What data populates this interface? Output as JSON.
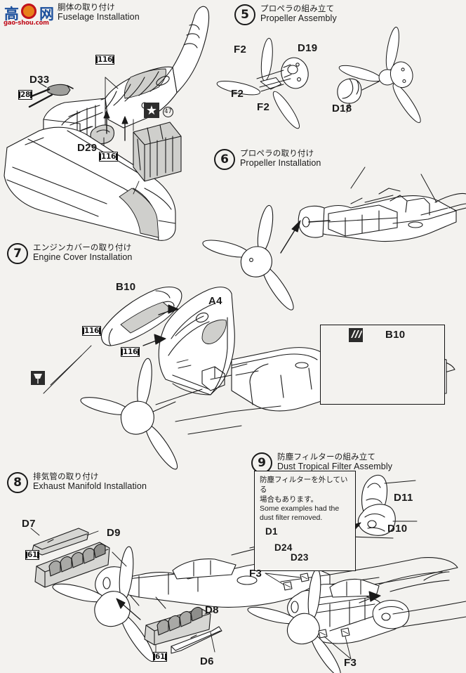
{
  "sheet": {
    "title_partial_jp": "胴体の取り付け",
    "title_partial_en": "Fuselage Installation",
    "watermark": {
      "char1": "高",
      "char2": "网",
      "url": "gao-shou.com"
    }
  },
  "steps": [
    {
      "id": "step4-continued",
      "number": "",
      "jp": "胴体の取り付け",
      "en": "Fuselage Installation",
      "labels": [
        "D33",
        "D29",
        "116",
        "116",
        "28"
      ],
      "decal": {
        "symbol": "★",
        "number": "47"
      }
    },
    {
      "id": "step5",
      "number": "5",
      "jp": "プロペラの組み立て",
      "en": "Propeller Assembly",
      "labels": [
        "F2",
        "F2",
        "F2",
        "D19",
        "D18"
      ]
    },
    {
      "id": "step6",
      "number": "6",
      "jp": "プロペラの取り付け",
      "en": "Propeller Installation",
      "labels": []
    },
    {
      "id": "step7",
      "number": "7",
      "jp": "エンジンカバーの取り付け",
      "en": "Engine Cover Installation",
      "labels": [
        "B10",
        "A4",
        "116",
        "116"
      ],
      "inset": {
        "label": "B10"
      }
    },
    {
      "id": "step8",
      "number": "8",
      "jp": "排気管の取り付け",
      "en": "Exhaust Manifold Installation",
      "labels": [
        "D7",
        "D9",
        "61",
        "D8",
        "61",
        "D6"
      ]
    },
    {
      "id": "step9",
      "number": "9",
      "jp": "防塵フィルターの組み立て",
      "en": "Dust Tropical Filter Assembly",
      "labels": [
        "D11",
        "D10",
        "D1",
        "D24",
        "D23",
        "F3",
        "F3"
      ],
      "note": {
        "jp_line1": "防塵フィルターを外している",
        "jp_line2": "場合もあります。",
        "en_line1": "Some examples had the",
        "en_line2": "dust filter removed."
      }
    }
  ],
  "callouts": {
    "D33": "D33",
    "D29": "D29",
    "n28": "28",
    "n116": "116",
    "F2a": "F2",
    "F2b": "F2",
    "F2c": "F2",
    "D19": "D19",
    "D18": "D18",
    "B10a": "B10",
    "B10b": "B10",
    "A4": "A4",
    "D7": "D7",
    "D9": "D9",
    "D8": "D8",
    "D6": "D6",
    "n61": "61",
    "D11": "D11",
    "D10": "D10",
    "D1": "D1",
    "D24": "D24",
    "D23": "D23",
    "F3a": "F3",
    "F3b": "F3",
    "star": "★",
    "n47": "47"
  },
  "colors": {
    "paper": "#f3f2ef",
    "ink": "#1a1a1a",
    "shade_light": "#d9d9d6",
    "shade_mid": "#b8b8b5",
    "shade_dark": "#8e8e8b"
  }
}
